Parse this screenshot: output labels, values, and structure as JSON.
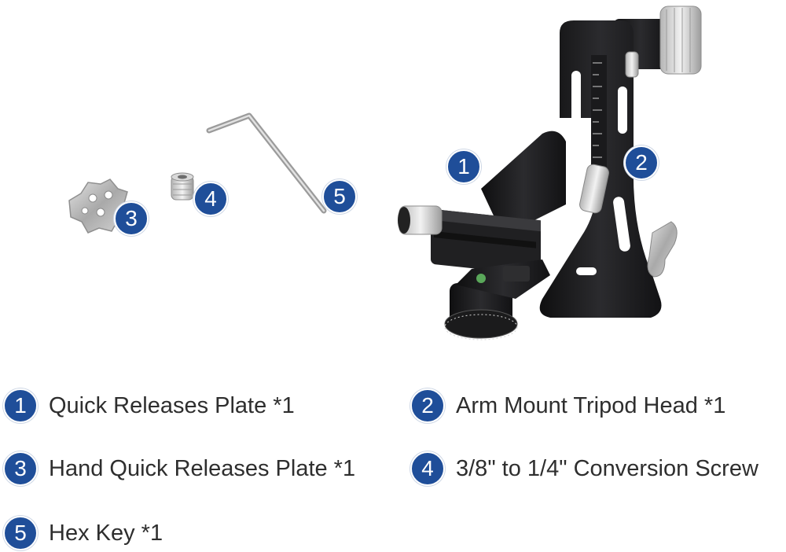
{
  "badges": [
    "1",
    "2",
    "3",
    "4",
    "5"
  ],
  "legend": [
    {
      "number": "1",
      "label": "Quick Releases Plate *1"
    },
    {
      "number": "2",
      "label": "Arm Mount Tripod Head *1"
    },
    {
      "number": "3",
      "label": "Hand Quick Releases Plate *1"
    },
    {
      "number": "4",
      "label": "3/8\" to 1/4\" Conversion Screw"
    },
    {
      "number": "5",
      "label": "Hex Key *1"
    }
  ],
  "colors": {
    "badge": "#1f4e99",
    "text": "#2e2e2e",
    "metal_dark": "#1b1b1d",
    "metal_silver": "#c9c9c9"
  }
}
